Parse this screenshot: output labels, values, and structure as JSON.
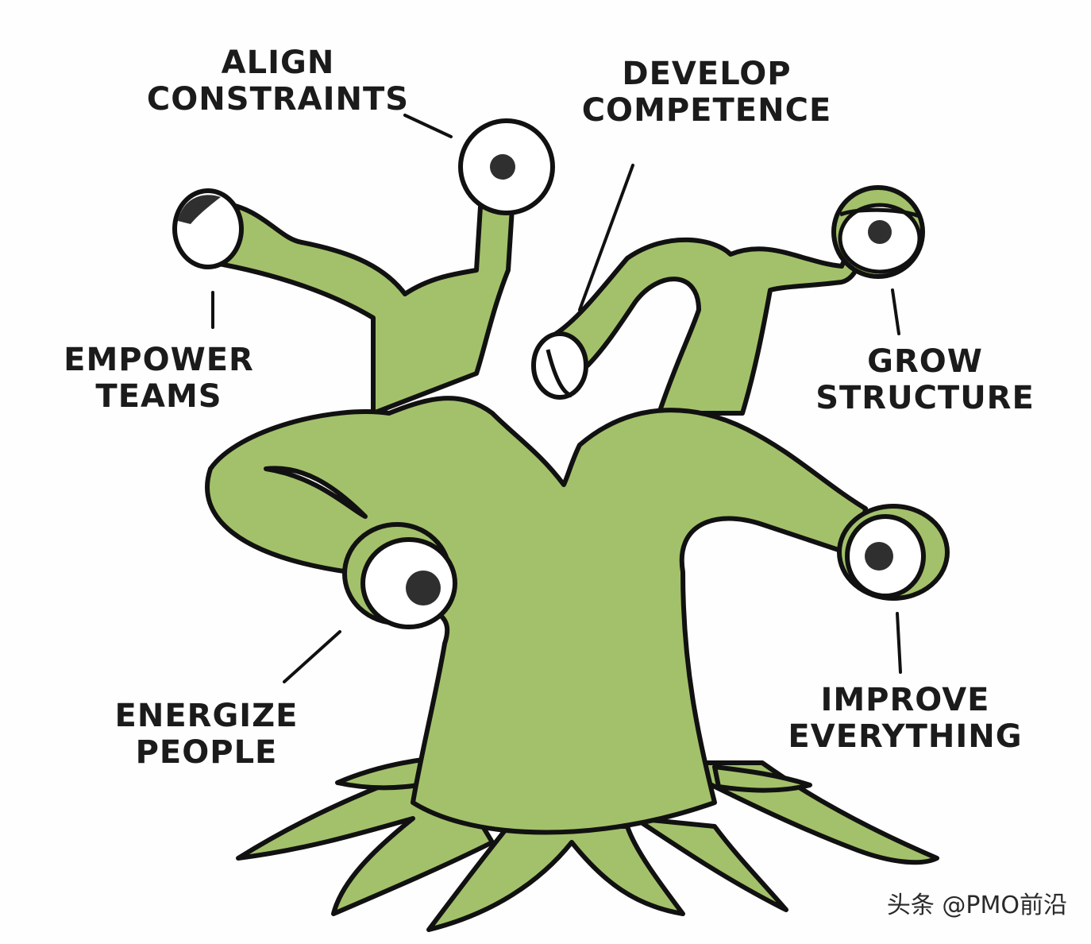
{
  "colors": {
    "tree_fill": "#a3c16a",
    "outline": "#111111",
    "eye_white": "#ffffff",
    "pupil": "#2f2f2f"
  },
  "labels": {
    "align_constraints": [
      "ALIGN",
      "CONSTRAINTS"
    ],
    "develop_competence": [
      "DEVELOP",
      "COMPETENCE"
    ],
    "empower_teams": [
      "EMPOWER",
      "TEAMS"
    ],
    "grow_structure": [
      "GROW",
      "STRUCTURE"
    ],
    "energize_people": [
      "ENERGIZE",
      "PEOPLE"
    ],
    "improve_everything": [
      "IMPROVE",
      "EVERYTHING"
    ]
  },
  "watermark": "头条 @PMO前沿"
}
